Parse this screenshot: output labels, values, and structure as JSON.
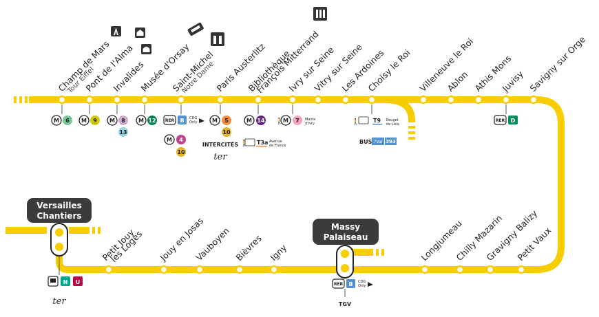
{
  "colors": {
    "line": "#f7cd00",
    "terminus_bg": "#3b3b3b",
    "metro_4": "#c04191",
    "metro_5": "#f28e42",
    "metro_6": "#77c695",
    "metro_7": "#f3a4ba",
    "metro_8": "#cdaccf",
    "metro_9": "#d5c900",
    "metro_10": "#e3b32a",
    "metro_12": "#00814f",
    "metro_13": "#98d4e2",
    "metro_14": "#662483",
    "rer_b": "#5291ce",
    "rer_d": "#008b5b",
    "ter_n": "#00a88f",
    "ter_u": "#b90845",
    "tram_t9": "#5291ce",
    "bus_393": "#5291ce"
  },
  "stations_top": [
    {
      "name": "Champ de Mars",
      "sub": "Tour Eiffel",
      "icon": "eiffel-tower-icon"
    },
    {
      "name": "Pont de l'Alma",
      "icon": "monument-icon"
    },
    {
      "name": "Invalides",
      "icon": "invalides-icon"
    },
    {
      "name": "Musée d'Orsay",
      "icon": "museum-icon"
    },
    {
      "name": "Saint-Michel",
      "sub": "Notre Dame",
      "icon": "cathedral-icon"
    },
    {
      "name": "Paris Austerlitz"
    },
    {
      "name": "Bibliothèque",
      "sub2": "François Mitterrand",
      "icon": "library-icon"
    },
    {
      "name": "Ivry sur Seine"
    },
    {
      "name": "Vitry sur Seine"
    },
    {
      "name": "Les Ardoines"
    },
    {
      "name": "Choisy le Roi"
    },
    {
      "name": "Villeneuve le Roi"
    },
    {
      "name": "Ablon"
    },
    {
      "name": "Athis Mons"
    },
    {
      "name": "Juvisy"
    },
    {
      "name": "Savigny sur Orge"
    }
  ],
  "stations_bottom": [
    {
      "name": "Petit Jouy",
      "sub2": "les Loges"
    },
    {
      "name": "Jouy en Josas"
    },
    {
      "name": "Vauboyen"
    },
    {
      "name": "Bièvres"
    },
    {
      "name": "Igny"
    },
    {
      "name": "Longjumeau"
    },
    {
      "name": "Chilly Mazarin"
    },
    {
      "name": "Gravigny Balizy"
    },
    {
      "name": "Petit Vaux"
    }
  ],
  "terminus": {
    "versailles": {
      "line1": "Versailles",
      "line2": "Chantiers"
    },
    "massy": {
      "line1": "Massy",
      "line2": "Palaiseau"
    }
  },
  "connections": {
    "m": "M",
    "rer": "RER",
    "b": "B",
    "d": "D",
    "n": "N",
    "u": "U",
    "cdg_line1": "CDG",
    "cdg_line2": "Only",
    "intercites": "INTERCITÉS",
    "ter": "ter",
    "tgv": "TGV",
    "bus": "BUS",
    "t9": "T9",
    "t9_dest_line1": "Rouget",
    "t9_dest_line2": "de Lisle",
    "t3a": "T3a",
    "t3a_dest_line1": "Avenue",
    "t3a_dest_line2": "de France",
    "ivry_line1": "Mairie",
    "ivry_line2": "d'Ivry",
    "bus_7val": "7Val",
    "bus_393": "393",
    "m4": "4",
    "m5": "5",
    "m6": "6",
    "m7": "7",
    "m8": "8",
    "m9": "9",
    "m10": "10",
    "m12": "12",
    "m13": "13",
    "m14": "14"
  }
}
